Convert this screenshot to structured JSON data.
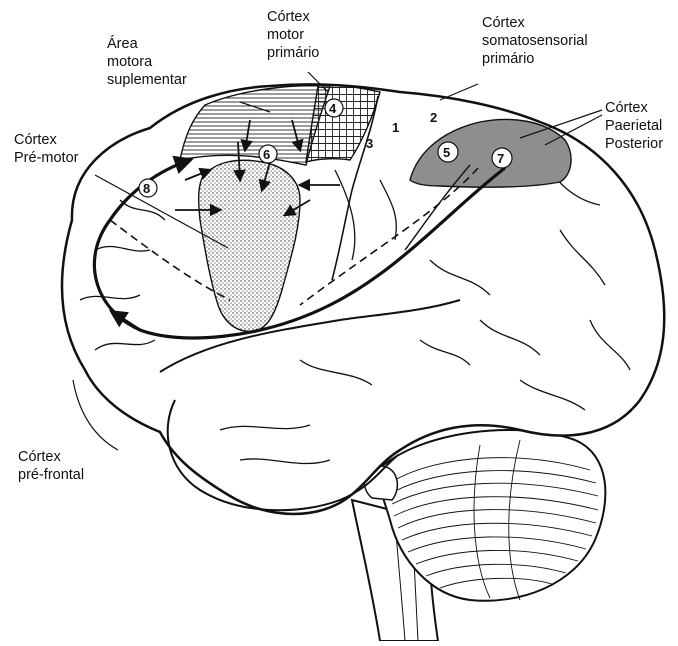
{
  "labels": {
    "supplementary_motor_area": [
      "Área",
      "motora",
      "suplementar"
    ],
    "primary_motor_cortex": [
      "Córtex",
      "motor",
      "primário"
    ],
    "primary_somatosensory_cortex": [
      "Córtex",
      "somatosensorial",
      "primário"
    ],
    "posterior_parietal_cortex": [
      "Córtex",
      "Paerietal",
      "Posterior"
    ],
    "premotor_cortex": [
      "Córtex",
      "Pré-motor"
    ],
    "prefrontal_cortex": [
      "Córtex",
      "pré-frontal"
    ]
  },
  "areas": {
    "a1": "1",
    "a2": "2",
    "a3": "3",
    "a4": "4",
    "a5": "5",
    "a6": "6",
    "a7": "7",
    "a8": "8"
  },
  "colors": {
    "outline": "#111111",
    "parietal_fill": "#8e8e8e",
    "background": "#ffffff"
  }
}
